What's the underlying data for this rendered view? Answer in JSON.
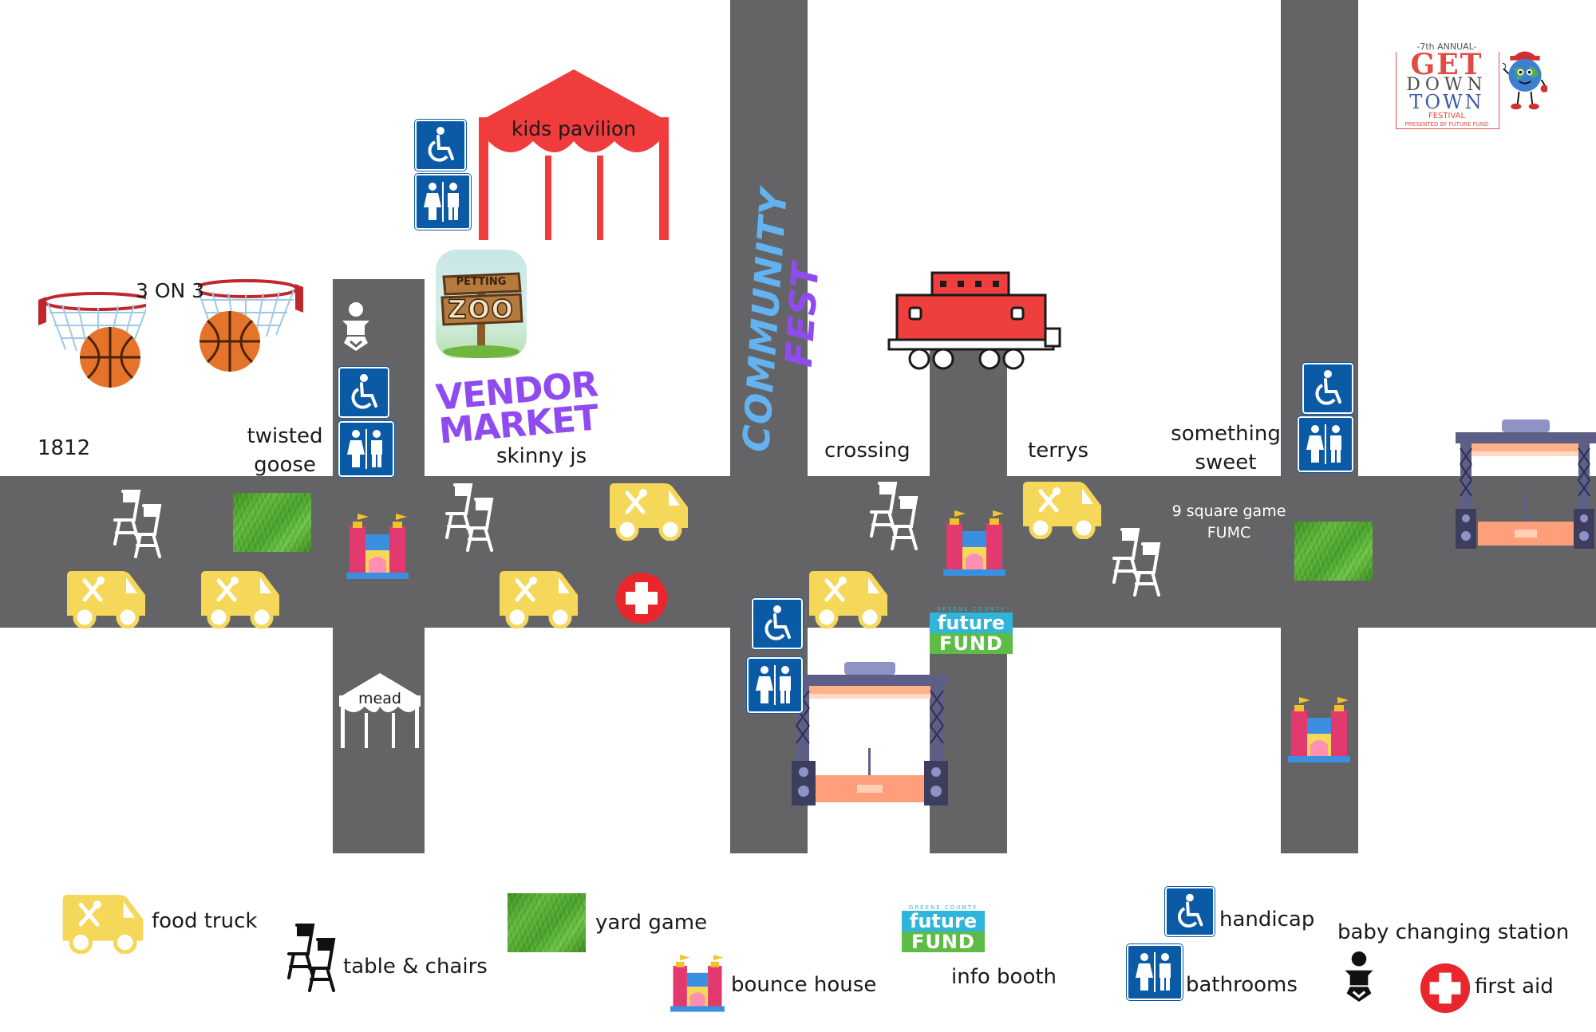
{
  "labels": {
    "kids_pavilion": "kids pavilion",
    "three_on_three": "3 ON 3",
    "label_1812": "1812",
    "twisted_goose_1": "twisted",
    "twisted_goose_2": "goose",
    "skinny_js": "skinny js",
    "crossing": "crossing",
    "terrys": "terrys",
    "something_sweet_1": "something",
    "something_sweet_2": "sweet",
    "nine_square_1": "9 square game",
    "nine_square_2": "FUMC",
    "mead": "mead"
  },
  "signage": {
    "community_1": "COMMUNITY",
    "community_2": "FEST",
    "vendor_1": "VENDOR",
    "vendor_2": "MARKET",
    "petting": "PETTING",
    "zoo": "ZOO",
    "future_top": "GREENE COUNTY",
    "future_1": "future",
    "future_2": "FUND"
  },
  "logo": {
    "top": "-7th ANNUAL-",
    "line1": "GET",
    "line2": "DOWN",
    "line3": "TOWN",
    "line4": "FESTIVAL",
    "line5": "PRESENTED BY FUTURE FUND"
  },
  "legend": {
    "food_truck": "food truck",
    "table_chairs": "table & chairs",
    "yard_game": "yard game",
    "bounce_house": "bounce house",
    "info_booth": "info booth",
    "handicap": "handicap",
    "bathrooms": "bathrooms",
    "baby_changing": "baby changing station",
    "first_aid": "first aid"
  },
  "colors": {
    "road": "#646466",
    "food_truck": "#f5d75a",
    "pavilion": "#f03c3c",
    "train": "#ef3e3e",
    "sign_blue": "#0b5aa6",
    "community_blue": "#62b3f0",
    "fest_purple": "#8f4bf0",
    "first_aid_red": "#e8262b",
    "future_green": "#5dbb46",
    "future_teal": "#2fb5d7"
  },
  "icons": [
    "food-truck-icon",
    "chairs-icon",
    "yard-game-icon",
    "bounce-house-icon",
    "info-booth-icon",
    "handicap-icon",
    "bathroom-icon",
    "baby-icon",
    "first-aid-icon",
    "stage-icon",
    "train-icon",
    "basketball-hoop-icon",
    "tent-icon"
  ]
}
